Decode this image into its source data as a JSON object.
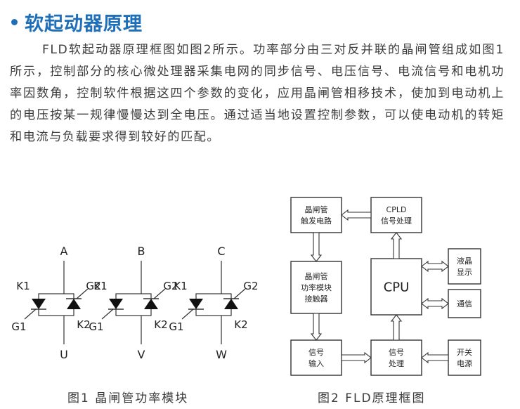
{
  "section": {
    "title": "软起动器原理",
    "paragraph": "FLD软起动器原理框图如图2所示。功率部分由三对反并联的晶闸管组成如图1所示，控制部分的核心微处理器采集电网的同步信号、电压信号、电流信号和电机功率因数角，控制软件根据这四个参数的变化，应用晶闸管相移技术，使加到电动机上的电压按某一规律慢慢达到全电压。通过适当地设置控制参数，可以使电动机的转矩和电流与负载要求得到较好的匹配。"
  },
  "fig1": {
    "caption": "图1  晶闸管功率模块",
    "modules": [
      {
        "top": "A",
        "bottom": "U",
        "k1": "K1",
        "g2": "G2",
        "g1": "G1",
        "k2": "K2"
      },
      {
        "top": "B",
        "bottom": "V",
        "k1": "K1",
        "g2": "G2",
        "g1": "G1",
        "k2": "K2"
      },
      {
        "top": "C",
        "bottom": "W",
        "k1": "K1",
        "g2": "G2",
        "g1": "G1",
        "k2": "K2"
      }
    ]
  },
  "fig2": {
    "caption": "图2  FLD原理框图",
    "blocks": {
      "trigger": [
        "晶闸管",
        "触发电路"
      ],
      "cpld": [
        "CPLD",
        "信号处理"
      ],
      "power": [
        "晶闸管",
        "功率模块",
        "接触器"
      ],
      "cpu": [
        "CPU"
      ],
      "lcd": [
        "液晶",
        "显示"
      ],
      "comm": [
        "通信"
      ],
      "input": [
        "信号",
        "输入"
      ],
      "proc": [
        "信号",
        "处理"
      ],
      "psu": [
        "开关",
        "电源"
      ]
    }
  },
  "colors": {
    "heading": "#1e6fb8",
    "text": "#3c3c3c",
    "line": "#333333"
  }
}
